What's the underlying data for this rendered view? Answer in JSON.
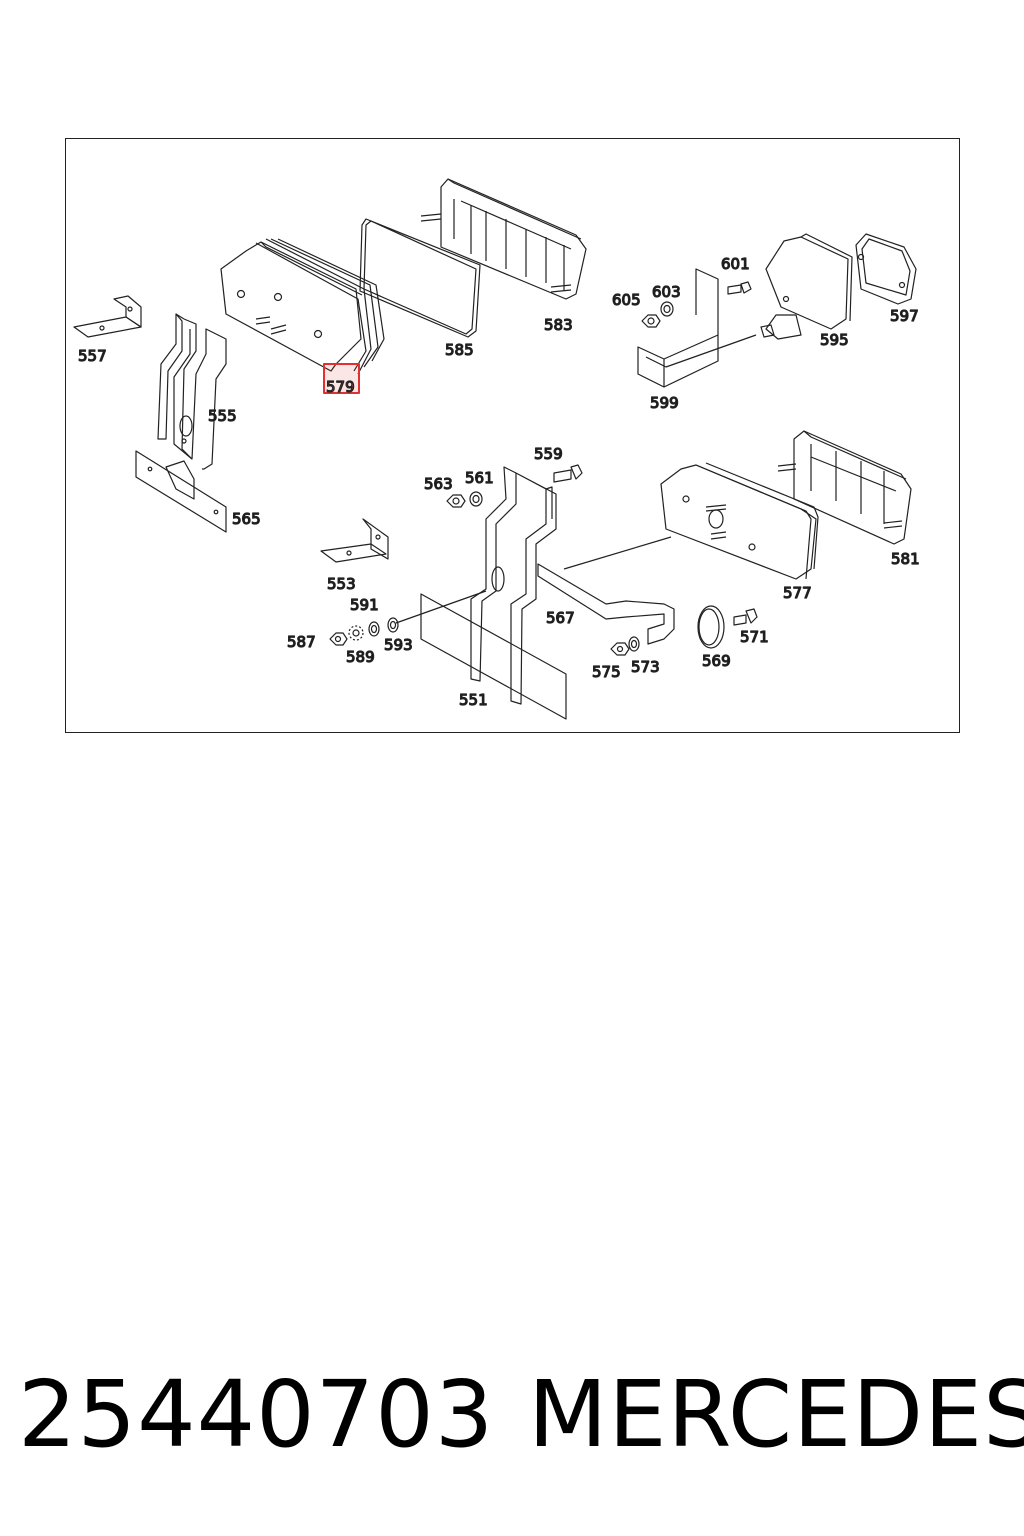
{
  "diagram": {
    "labels": {
      "l557": "557",
      "l555": "555",
      "l565": "565",
      "l579": "579",
      "l585": "585",
      "l583": "583",
      "l605": "605",
      "l603": "603",
      "l601": "601",
      "l599": "599",
      "l595": "595",
      "l597": "597",
      "l563": "563",
      "l561": "561",
      "l559": "559",
      "l553": "553",
      "l591": "591",
      "l587": "587",
      "l589": "589",
      "l593": "593",
      "l567": "567",
      "l551": "551",
      "l575": "575",
      "l573": "573",
      "l569": "569",
      "l571": "571",
      "l577": "577",
      "l581": "581"
    },
    "highlighted_part": "579",
    "highlight_color": "#e03030"
  },
  "footer": {
    "part_number": "25440703",
    "brand": "MERCEDES"
  }
}
